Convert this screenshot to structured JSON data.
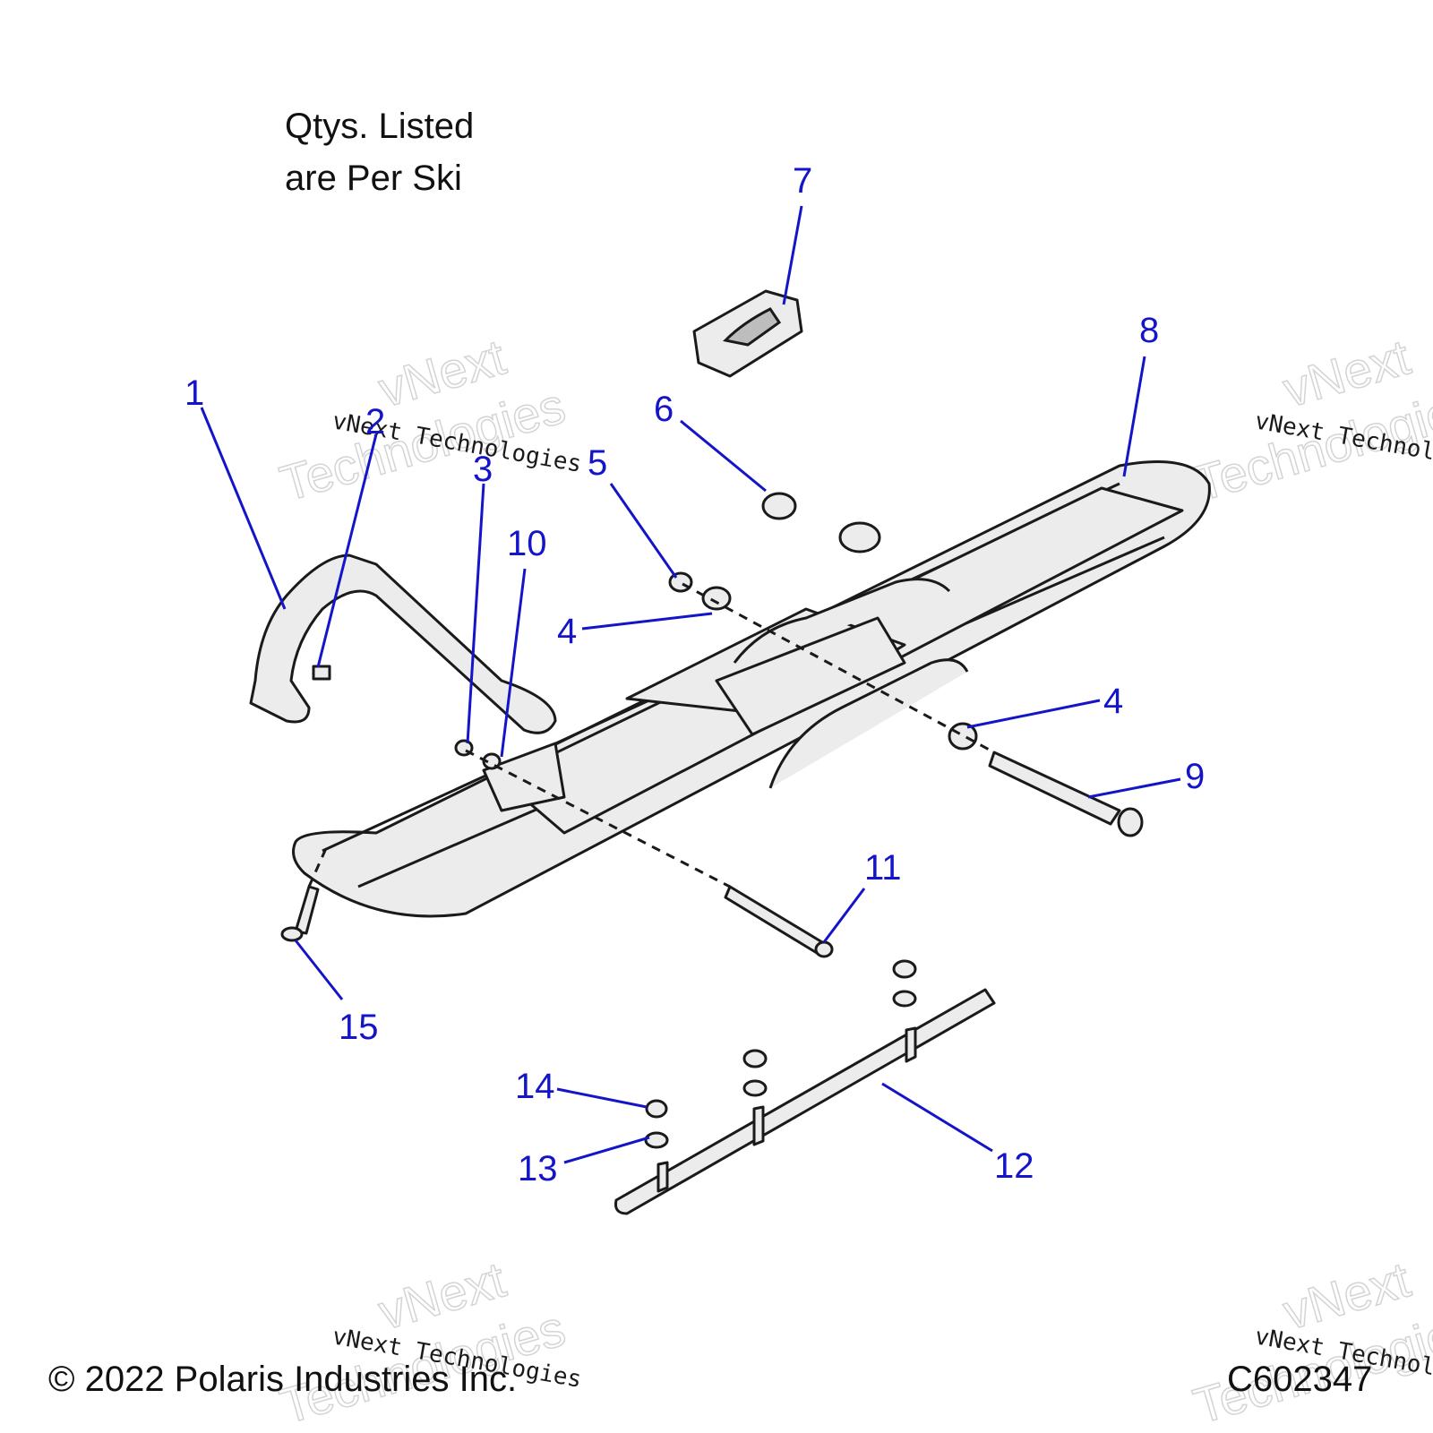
{
  "note": {
    "line1": "Qtys. Listed",
    "line2": "are Per Ski"
  },
  "footer": {
    "copyright": "© 2022 Polaris Industries Inc.",
    "code": "C602347"
  },
  "watermark": {
    "brand_line1": "vNext",
    "brand_line2": "Technologies",
    "text": "vNext Technologies"
  },
  "callouts": [
    "1",
    "2",
    "3",
    "4",
    "4",
    "5",
    "6",
    "7",
    "8",
    "9",
    "10",
    "11",
    "12",
    "13",
    "14",
    "15"
  ],
  "colors": {
    "callout": "#1414c8",
    "line": "#1a1a1a"
  }
}
